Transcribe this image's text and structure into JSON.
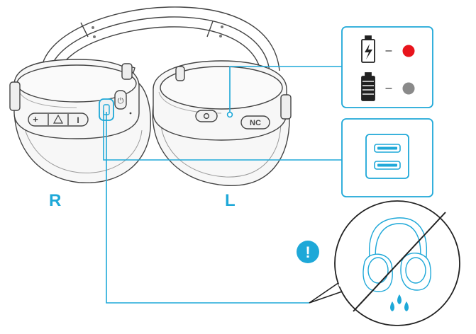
{
  "colors": {
    "accent": "#1ea8d8",
    "outline": "#444444",
    "earcup_fill": "#f7f7f7",
    "charging_dot": "#e8141c",
    "charged_dot": "#8a8a8a",
    "water_drop": "#1ea8d8"
  },
  "labels": {
    "right": "R",
    "left": "L"
  },
  "buttons": {
    "nc_label": "NC",
    "plus_label": "+",
    "minus_label": "I",
    "power_label": "⏻"
  },
  "status_panel": {
    "rows": [
      {
        "state": "charging",
        "icon": "battery-charging-icon",
        "dash": "–",
        "dot_color": "#e8141c"
      },
      {
        "state": "fully-charged",
        "icon": "battery-full-icon",
        "dash": "–",
        "dot_color": "#8a8a8a"
      }
    ]
  },
  "port_panel": {
    "icon": "usb-port-icon"
  },
  "warning": {
    "icon": "exclamation-icon",
    "symbol": "!",
    "meaning": "do-not-expose-to-water",
    "prohibition_icon": "no-water-icon"
  }
}
